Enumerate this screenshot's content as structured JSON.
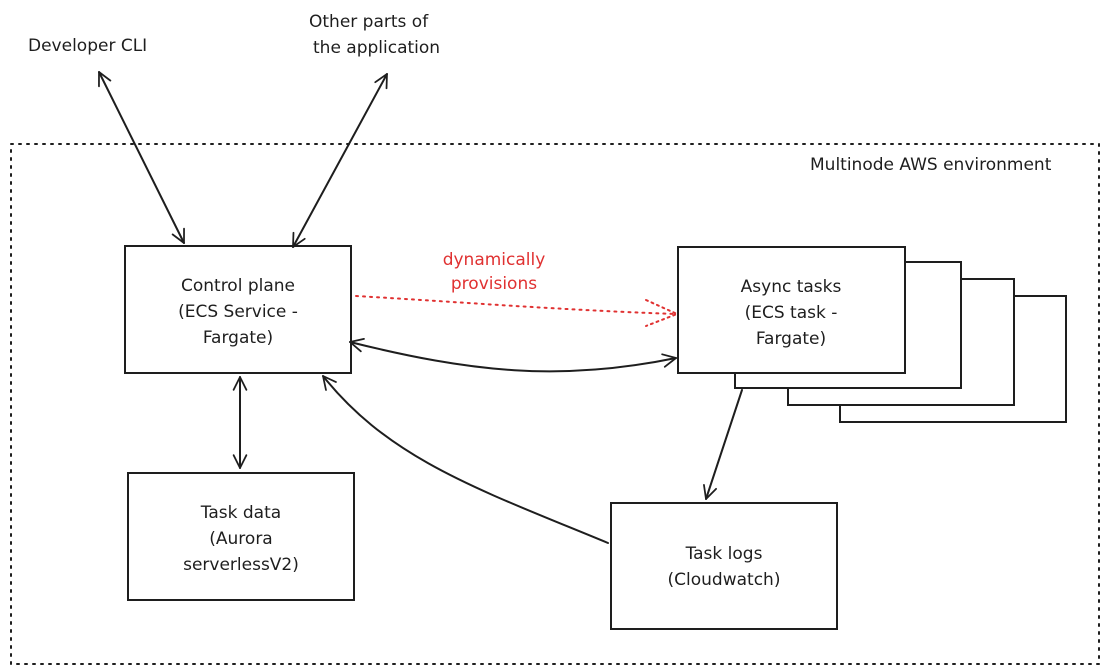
{
  "external": {
    "developer_cli": "Developer CLI",
    "other_parts_line1": "Other parts of",
    "other_parts_line2": "the application"
  },
  "environment": {
    "label": "Multinode AWS environment"
  },
  "control_plane": {
    "line1": "Control plane",
    "line2": "(ECS Service -",
    "line3": "Fargate)"
  },
  "async_tasks": {
    "line1": "Async tasks",
    "line2": "(ECS task -",
    "line3": "Fargate)"
  },
  "task_data": {
    "line1": "Task data",
    "line2": "(Aurora",
    "line3": "serverlessV2)"
  },
  "task_logs": {
    "line1": "Task logs",
    "line2": "(Cloudwatch)"
  },
  "edges": {
    "provision_line1": "dynamically",
    "provision_line2": "provisions"
  },
  "colors": {
    "ink": "#1e1e1e",
    "highlight": "#e03131",
    "background": "#ffffff"
  }
}
